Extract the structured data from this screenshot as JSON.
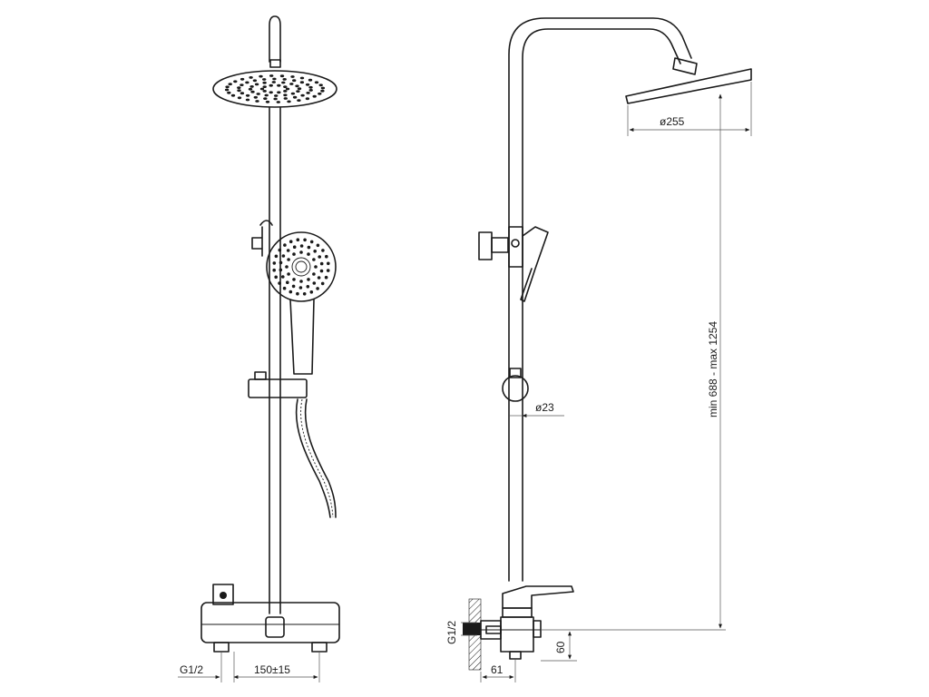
{
  "dimensions": {
    "diameter_head": "ø255",
    "height_range": "min 688 - max 1254",
    "diameter_pipe": "ø23",
    "thread_left": "G1/2",
    "centre_distance": "150±15",
    "thread_side": "G1/2",
    "depth": "61",
    "outlet_height": "60"
  }
}
